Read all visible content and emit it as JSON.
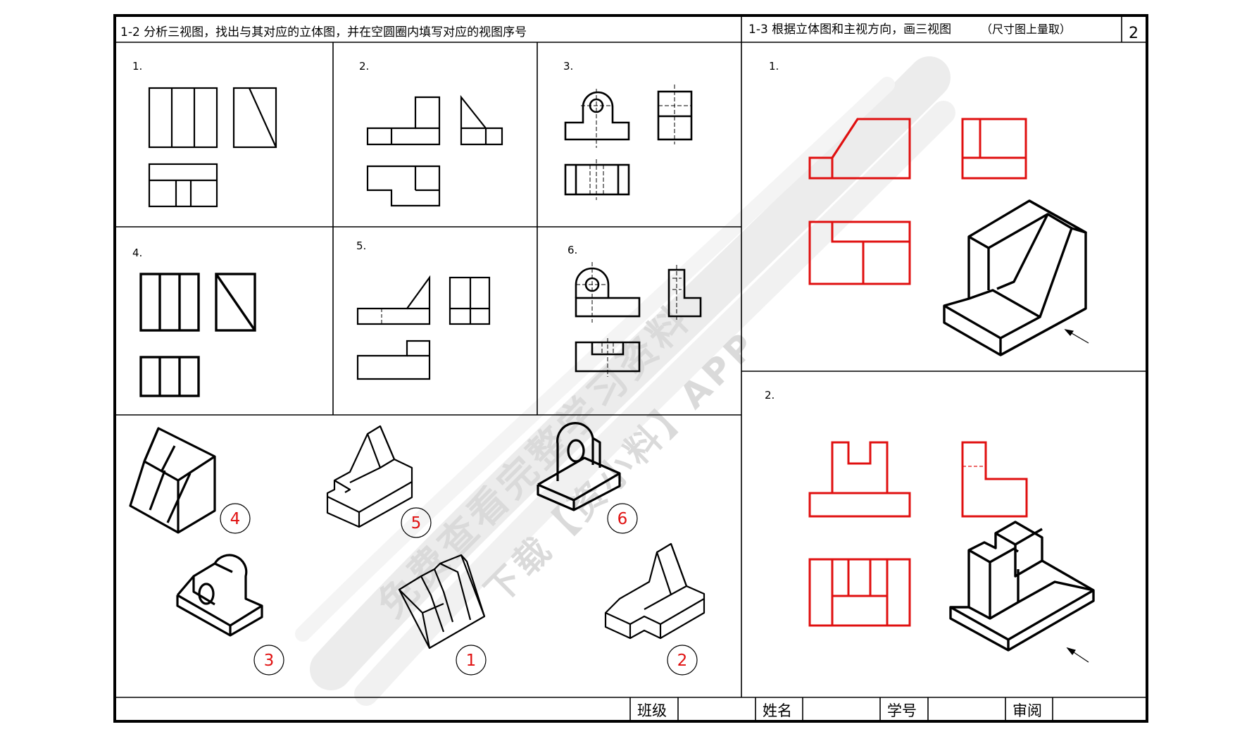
{
  "header": {
    "left_title": "1-2 分析三视图，找出与其对应的立体图，并在空圆圈内填写对应的视图序号",
    "right_title": "1-3 根据立体图和主视方向，画三视图",
    "right_title_note": "（尺寸图上量取）",
    "page_number": "2"
  },
  "left_panels": [
    {
      "number": "1."
    },
    {
      "number": "2."
    },
    {
      "number": "3."
    },
    {
      "number": "4."
    },
    {
      "number": "5."
    },
    {
      "number": "6."
    }
  ],
  "answer_circles": [
    {
      "label": "4"
    },
    {
      "label": "5"
    },
    {
      "label": "6"
    },
    {
      "label": "3"
    },
    {
      "label": "1"
    },
    {
      "label": "2"
    }
  ],
  "right_panels": [
    {
      "number": "1."
    },
    {
      "number": "2."
    }
  ],
  "footer": {
    "class_label": "班级",
    "name_label": "姓名",
    "student_id_label": "学号",
    "review_label": "审阅"
  },
  "watermark": {
    "line1": "免费查看完整学习资料",
    "line2": "下载【资小料】APP"
  },
  "colors": {
    "line": "#000000",
    "answer": "#e01010",
    "watermark": "#c8c8c8"
  }
}
